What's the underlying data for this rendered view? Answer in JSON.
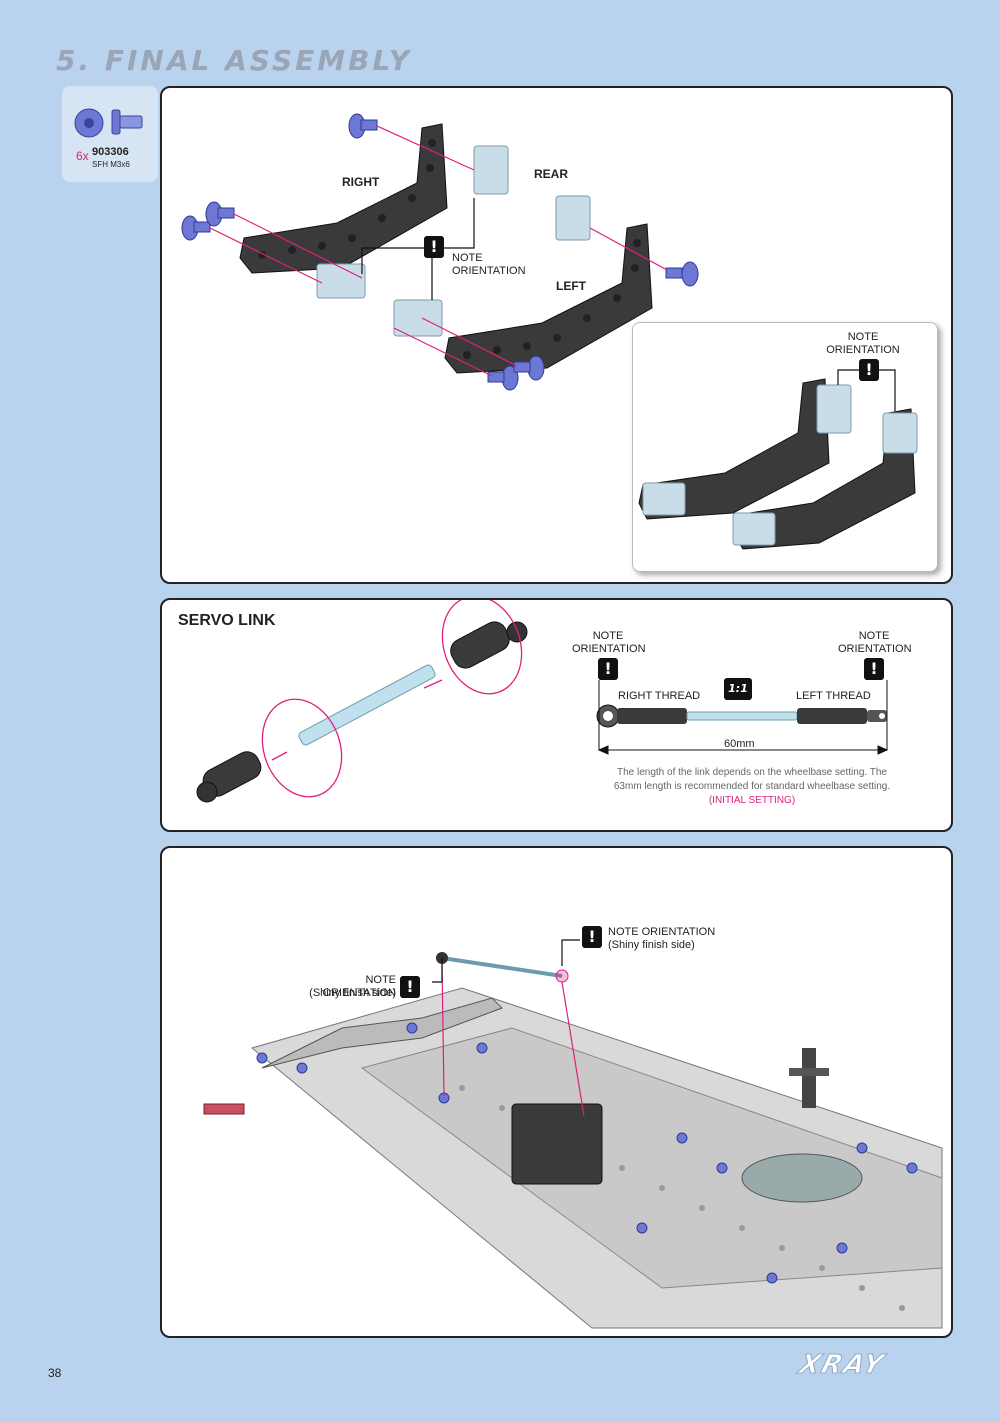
{
  "page": {
    "section_title": "5. FINAL ASSEMBLY",
    "page_number": "38",
    "brand": "XRAY"
  },
  "part": {
    "qty": "6x",
    "number": "903306",
    "desc": "SFH M3x6"
  },
  "panel1": {
    "label_right": "RIGHT",
    "label_rear": "REAR",
    "label_left": "LEFT",
    "note_line1": "NOTE",
    "note_line2": "ORIENTATION",
    "inset_note_line1": "NOTE",
    "inset_note_line2": "ORIENTATION"
  },
  "panel2": {
    "title": "SERVO LINK",
    "note_left_1": "NOTE",
    "note_left_2": "ORIENTATION",
    "note_right_1": "NOTE",
    "note_right_2": "ORIENTATION",
    "right_thread": "RIGHT THREAD",
    "left_thread": "LEFT THREAD",
    "scale": "1:1",
    "length": "60mm",
    "desc_line1": "The length of the link depends on the wheelbase setting. The",
    "desc_line2": "63mm length is recommended for standard wheelbase setting.",
    "initial": "(INITIAL SETTING)"
  },
  "panel3": {
    "note_a_1": "NOTE ORIENTATION",
    "note_a_2": "(Shiny finish side)",
    "note_b_1": "NOTE ORIENTATION",
    "note_b_2": "(Shiny finish side)"
  },
  "colors": {
    "background": "#b9d2ee",
    "accent": "#e0207e",
    "screw": "#5865c8",
    "carbon": "#3a3a3a",
    "block": "#c9dde8"
  }
}
